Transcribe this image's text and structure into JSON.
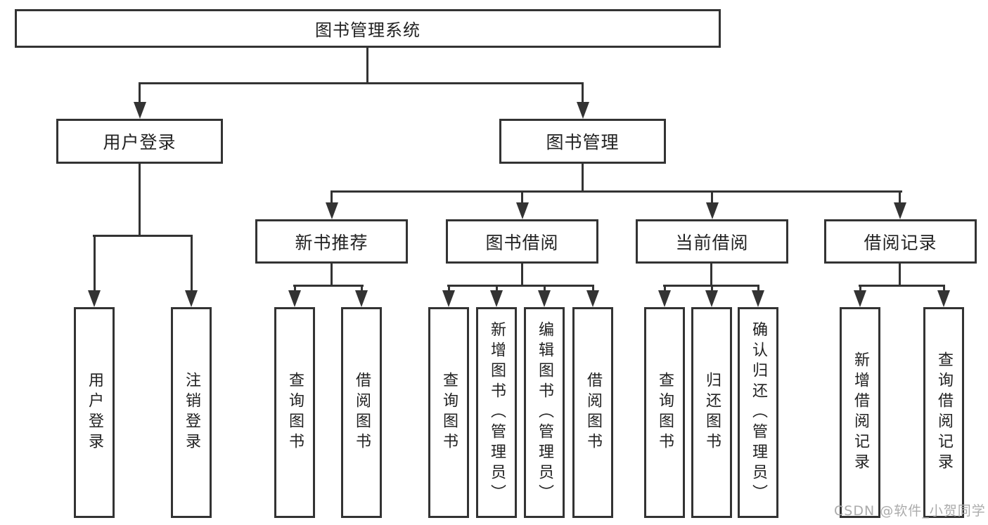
{
  "diagram": {
    "type": "hierarchy-tree",
    "title": "图书管理系统",
    "level2": [
      {
        "label": "用户登录"
      },
      {
        "label": "图书管理"
      }
    ],
    "level3": [
      {
        "label": "新书推荐",
        "parent": "图书管理"
      },
      {
        "label": "图书借阅",
        "parent": "图书管理"
      },
      {
        "label": "当前借阅",
        "parent": "图书管理"
      },
      {
        "label": "借阅记录",
        "parent": "图书管理"
      }
    ],
    "leaves": [
      {
        "label": "用户登录",
        "parent": "用户登录"
      },
      {
        "label": "注销登录",
        "parent": "用户登录"
      },
      {
        "label": "查询图书",
        "parent": "新书推荐"
      },
      {
        "label": "借阅图书",
        "parent": "新书推荐"
      },
      {
        "label": "查询图书",
        "parent": "图书借阅"
      },
      {
        "label": "新增图书（管理员）",
        "parent": "图书借阅"
      },
      {
        "label": "编辑图书（管理员）",
        "parent": "图书借阅"
      },
      {
        "label": "借阅图书",
        "parent": "图书借阅"
      },
      {
        "label": "查询图书",
        "parent": "当前借阅"
      },
      {
        "label": "归还图书",
        "parent": "当前借阅"
      },
      {
        "label": "确认归还（管理员）",
        "parent": "当前借阅"
      },
      {
        "label": "新增借阅记录",
        "parent": "借阅记录"
      },
      {
        "label": "查询借阅记录",
        "parent": "借阅记录"
      }
    ],
    "watermark": "CSDN @软件_小贺同学",
    "colors": {
      "line": "#333333",
      "text": "#222222",
      "background": "#ffffff",
      "watermark": "#ababab"
    }
  }
}
